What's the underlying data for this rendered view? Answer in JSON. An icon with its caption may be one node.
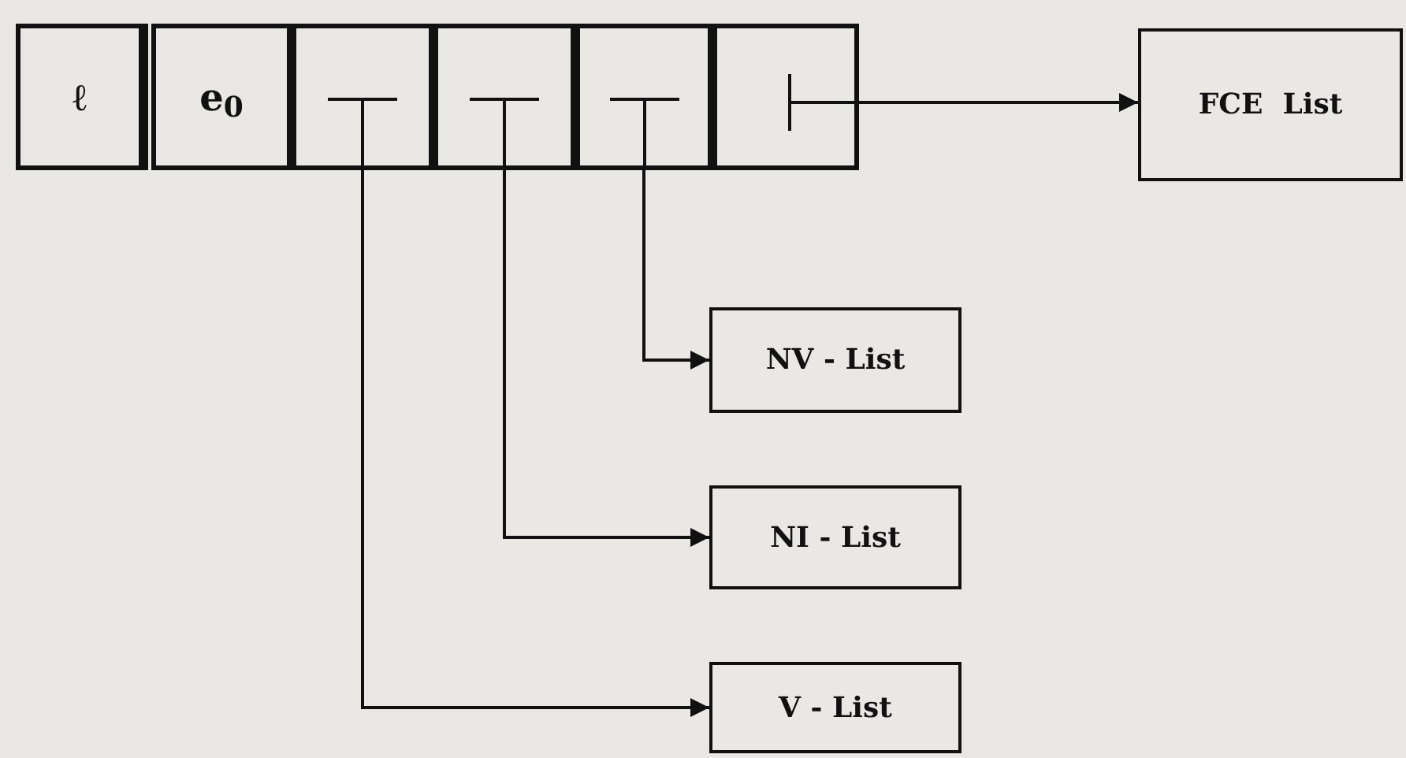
{
  "diagram": {
    "nodes": [
      {
        "text": [
          "ℓ"
        ]
      },
      {
        "text": [
          "e$_{0}$"
        ]
      },
      {
        "text": [],
        "shape": "box"
      },
      {
        "text": [],
        "shape": "box"
      },
      {
        "text": [],
        "shape": "box"
      },
      {
        "text": [],
        "shape": "box"
      },
      {
        "text": [
          "FCE  List"
        ]
      },
      {
        "text": [
          "NV - List"
        ]
      },
      {
        "text": [
          "NI - List"
        ]
      },
      {
        "text": [
          "V - List"
        ]
      }
    ],
    "edges": [
      {
        "from": 5,
        "to": 6,
        "arrow": "to"
      },
      {
        "from": 4,
        "to": 7,
        "arrow": "to"
      },
      {
        "from": 3,
        "to": 8,
        "arrow": "to"
      },
      {
        "from": 2,
        "to": 9,
        "arrow": "to"
      }
    ]
  }
}
